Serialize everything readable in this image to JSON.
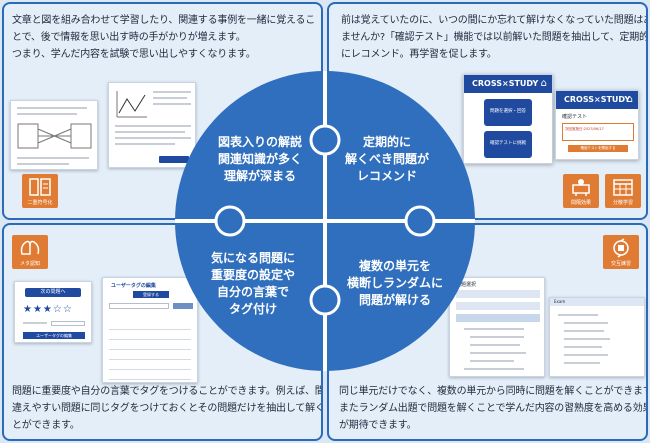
{
  "top_left": {
    "text": [
      "文章と図を組み合わせて学習したり、関連する事例を一緒に覚えるこ",
      "とで、後で情報を思い出す時の手がかりが増えます。",
      "つまり、学んだ内容を試験で思い出しやすくなります。"
    ],
    "icon_label": "二重符号化"
  },
  "top_right": {
    "text": [
      "前は覚えていたのに、いつの間にか忘れて解けなくなっていた問題はあり",
      "ませんか?「確認テスト」機能では以前解いた問題を抽出して、定期的",
      "にレコメンド。再学習を促します。"
    ],
    "phone1": {
      "brand": "CROSS×STUDY",
      "btn1": "問題を選択・回答",
      "btn2": "確認テストに挑戦"
    },
    "phone2": {
      "brand": "CROSS×STUDY",
      "title": "確認テスト",
      "date": "次回実施日:2023/06/17",
      "button": "確認テストを開始する"
    },
    "icon_labels": [
      "間隔効果",
      "分散学習"
    ]
  },
  "bottom_left": {
    "text": [
      "問題に重要度や自分の言葉でタグをつけることができます。例えば、間",
      "違えやすい問題に同じタグをつけておくとその問題だけを抽出して解くこ",
      "とができます。"
    ],
    "icon_label": "メタ認知",
    "card1": {
      "title": "次の問題へ",
      "rating": "★★★☆☆",
      "footer": "ユーザータグの編集"
    },
    "card2": {
      "title": "ユーザータグの編集",
      "button": "登録する"
    }
  },
  "bottom_right": {
    "text": [
      "同じ単元だけでなく、複数の単元から同時に問題を解くことができます。",
      "またランダム出題で問題を解くことで学んだ内容の習熟度を高める効果",
      "が期待できます。"
    ],
    "icon_label": "交互練習",
    "card1": {
      "title": "問題選択"
    },
    "card2": {
      "title": "Exam"
    }
  },
  "puzzle": {
    "tl": [
      "図表入りの解説",
      "関連知識が多く",
      "理解が深まる"
    ],
    "tr": [
      "定期的に",
      "解くべき問題が",
      "レコメンド"
    ],
    "bl": [
      "気になる問題に",
      "重要度の設定や",
      "自分の言葉で",
      "タグ付け"
    ],
    "br": [
      "複数の単元を",
      "横断しランダムに",
      "問題が解ける"
    ]
  },
  "colors": {
    "border": "#2b6ab6",
    "panel": "#e4eef9",
    "puzzle": "#2f6fbd",
    "orange": "#e07b33",
    "navy": "#1f4aa0"
  }
}
